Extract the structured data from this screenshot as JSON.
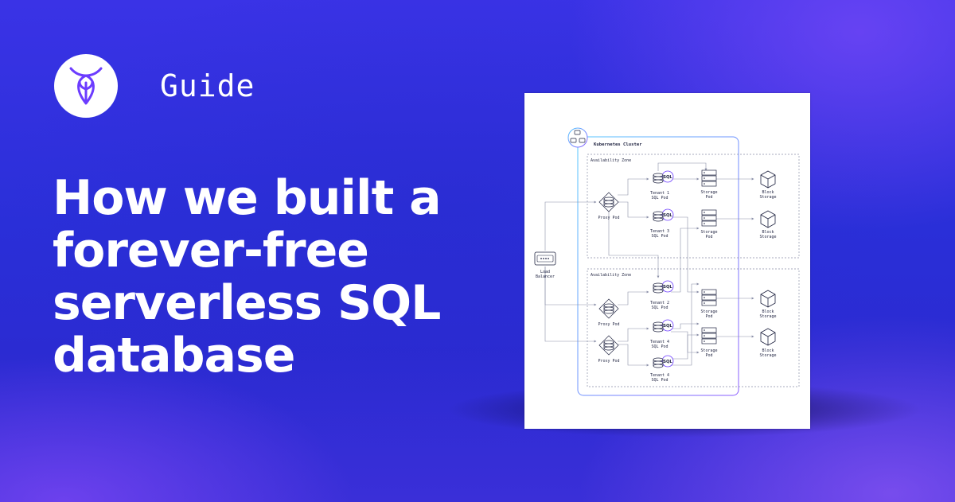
{
  "header": {
    "logo_icon": "cockroach-logo-icon",
    "tag": "Guide"
  },
  "title": {
    "lines": [
      "How we built a",
      "forever-free",
      "serverless SQL",
      "database"
    ]
  },
  "diagram": {
    "cluster_label": "Kubernetes Cluster",
    "zone_label": "Availability Zone",
    "load_balancer": [
      "Load",
      "Balancer"
    ],
    "proxy_pod": "Proxy Pod",
    "sql_badge": "SQL",
    "sql_pods": [
      [
        "Tenant 1",
        "SQL Pod"
      ],
      [
        "Tenant 3",
        "SQL Pod"
      ],
      [
        "Tenant 2",
        "SQL Pod"
      ],
      [
        "Tenant 4",
        "SQL Pod"
      ],
      [
        "Tenant 4",
        "SQL Pod"
      ]
    ],
    "storage_pod": [
      "Storage",
      "Pod"
    ],
    "block_storage": [
      "Block",
      "Storage"
    ],
    "colors": {
      "accent": "#6c3cff",
      "cluster_border": "#7a8cff",
      "line": "#8a8fa8",
      "ink": "#1f2340"
    }
  }
}
